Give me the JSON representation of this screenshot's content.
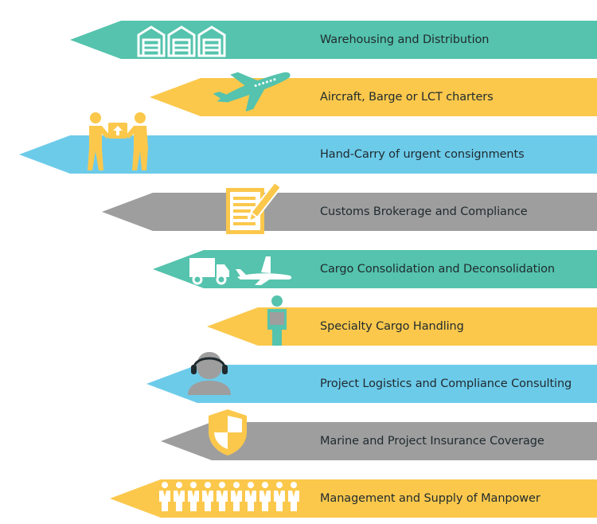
{
  "colors": {
    "teal": "#55c3ad",
    "yellow": "#fbc84c",
    "sky": "#6dcbea",
    "gray": "#9e9e9e",
    "dark": "#1f2a2e"
  },
  "services": [
    {
      "label": "Warehousing and Distribution",
      "color": "teal",
      "icon": "warehouse-icon"
    },
    {
      "label": "Aircraft, Barge or LCT charters",
      "color": "yellow",
      "icon": "airplane-icon"
    },
    {
      "label": "Hand-Carry of urgent consignments",
      "color": "sky",
      "icon": "hand-carry-icon"
    },
    {
      "label": "Customs Brokerage and Compliance",
      "color": "gray",
      "icon": "document-pencil-icon"
    },
    {
      "label": "Cargo Consolidation and Deconsolidation",
      "color": "teal",
      "icon": "truck-plane-icon"
    },
    {
      "label": "Specialty Cargo Handling",
      "color": "yellow",
      "icon": "porter-icon"
    },
    {
      "label": "Project Logistics and Compliance Consulting",
      "color": "sky",
      "icon": "consultant-headset-icon"
    },
    {
      "label": "Marine and Project Insurance Coverage",
      "color": "gray",
      "icon": "shield-icon"
    },
    {
      "label": "Management and Supply of Manpower",
      "color": "yellow",
      "icon": "workforce-icon"
    }
  ]
}
